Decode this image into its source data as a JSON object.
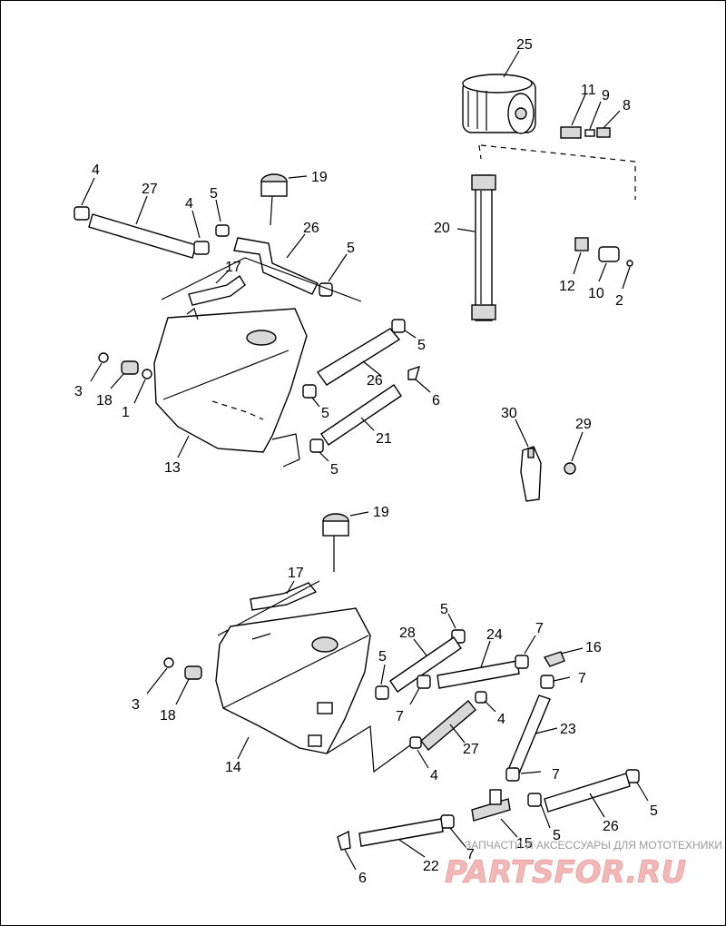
{
  "diagram": {
    "callouts": [
      {
        "id": "c-25",
        "text": "25"
      },
      {
        "id": "c-11",
        "text": "11"
      },
      {
        "id": "c-9",
        "text": "9"
      },
      {
        "id": "c-8",
        "text": "8"
      },
      {
        "id": "c-4a",
        "text": "4"
      },
      {
        "id": "c-27a",
        "text": "27"
      },
      {
        "id": "c-19a",
        "text": "19"
      },
      {
        "id": "c-4b",
        "text": "4"
      },
      {
        "id": "c-5a",
        "text": "5"
      },
      {
        "id": "c-26a",
        "text": "26"
      },
      {
        "id": "c-17a",
        "text": "17"
      },
      {
        "id": "c-5b",
        "text": "5"
      },
      {
        "id": "c-20",
        "text": "20"
      },
      {
        "id": "c-12",
        "text": "12"
      },
      {
        "id": "c-10",
        "text": "10"
      },
      {
        "id": "c-2",
        "text": "2"
      },
      {
        "id": "c-3a",
        "text": "3"
      },
      {
        "id": "c-18a",
        "text": "18"
      },
      {
        "id": "c-1",
        "text": "1"
      },
      {
        "id": "c-5c",
        "text": "5"
      },
      {
        "id": "c-26b",
        "text": "26"
      },
      {
        "id": "c-5d",
        "text": "5"
      },
      {
        "id": "c-6a",
        "text": "6"
      },
      {
        "id": "c-21",
        "text": "21"
      },
      {
        "id": "c-13",
        "text": "13"
      },
      {
        "id": "c-5e",
        "text": "5"
      },
      {
        "id": "c-30",
        "text": "30"
      },
      {
        "id": "c-29",
        "text": "29"
      },
      {
        "id": "c-19b",
        "text": "19"
      },
      {
        "id": "c-17b",
        "text": "17"
      },
      {
        "id": "c-5f",
        "text": "5"
      },
      {
        "id": "c-28",
        "text": "28"
      },
      {
        "id": "c-24",
        "text": "24"
      },
      {
        "id": "c-7a",
        "text": "7"
      },
      {
        "id": "c-16",
        "text": "16"
      },
      {
        "id": "c-5g",
        "text": "5"
      },
      {
        "id": "c-3b",
        "text": "3"
      },
      {
        "id": "c-18b",
        "text": "18"
      },
      {
        "id": "c-7b",
        "text": "7"
      },
      {
        "id": "c-7c",
        "text": "7"
      },
      {
        "id": "c-4c",
        "text": "4"
      },
      {
        "id": "c-23",
        "text": "23"
      },
      {
        "id": "c-14",
        "text": "14"
      },
      {
        "id": "c-27b",
        "text": "27"
      },
      {
        "id": "c-4d",
        "text": "4"
      },
      {
        "id": "c-7d",
        "text": "7"
      },
      {
        "id": "c-5h",
        "text": "5"
      },
      {
        "id": "c-26c",
        "text": "26"
      },
      {
        "id": "c-15",
        "text": "15"
      },
      {
        "id": "c-5i",
        "text": "5"
      },
      {
        "id": "c-7e",
        "text": "7"
      },
      {
        "id": "c-22",
        "text": "22"
      },
      {
        "id": "c-6b",
        "text": "6"
      }
    ]
  },
  "watermark": {
    "tagline": "ЗАПЧАСТИ И АКСЕССУАРЫ ДЛЯ МОТОТЕХНИКИ",
    "logo": "PARTSFOR.RU",
    "logo_color": "#f2b8b8"
  }
}
